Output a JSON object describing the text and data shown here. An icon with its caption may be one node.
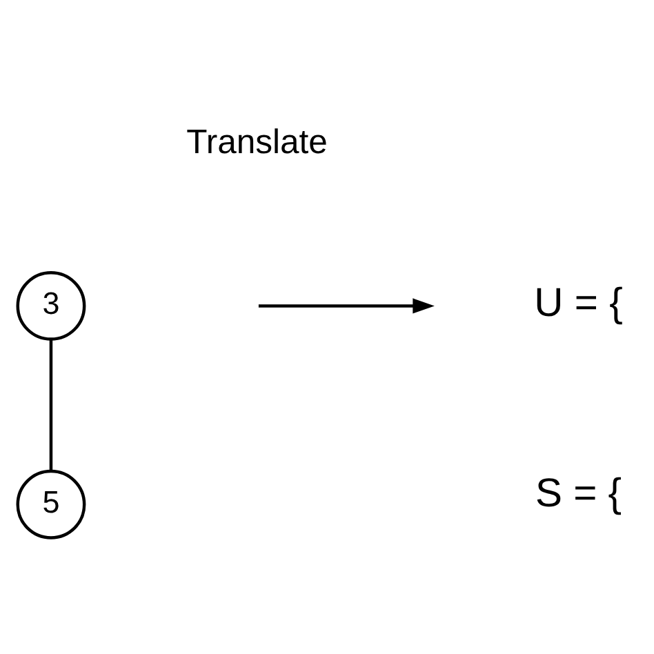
{
  "diagram": {
    "nodes": [
      {
        "text": [
          "3"
        ]
      },
      {
        "text": [
          "5"
        ]
      }
    ],
    "edges": [
      {
        "from": 0,
        "to": 1,
        "arrow": "none"
      }
    ],
    "labels": [
      "Translate",
      "U = {",
      "S = {"
    ]
  }
}
